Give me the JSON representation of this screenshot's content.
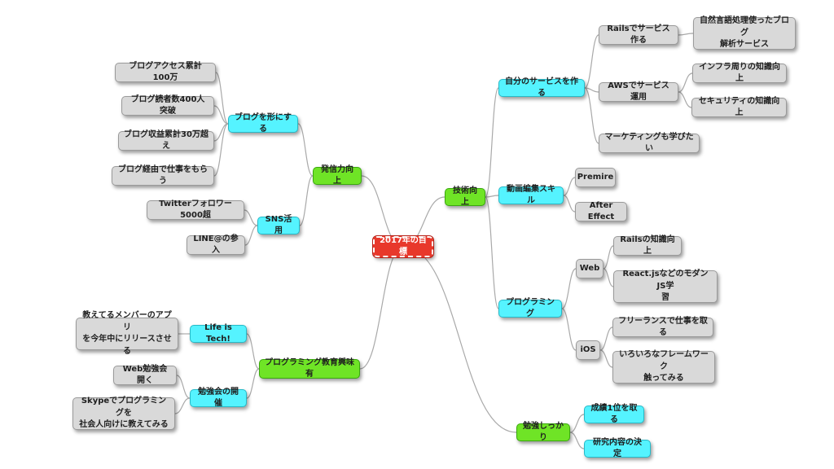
{
  "root": "2017年の目標",
  "branches": {
    "hasshin": {
      "label": "発信力向上",
      "blog": {
        "label": "ブログを形にする",
        "items": [
          "ブログアクセス累計100万",
          "ブログ読者数400人突破",
          "ブログ収益累計30万超え",
          "ブログ経由で仕事をもらう"
        ]
      },
      "sns": {
        "label": "SNS活用",
        "items": [
          "Twitterフォロワー5000超",
          "LINE@の参入"
        ]
      }
    },
    "gijutsu": {
      "label": "技術向上",
      "service": {
        "label": "自分のサービスを作る",
        "rails": {
          "label": "Railsでサービス作る",
          "items": [
            "自然言語処理使ったブログ\n解析サービス"
          ]
        },
        "aws": {
          "label": "AWSでサービス運用",
          "items": [
            "インフラ周りの知識向上",
            "セキュリティの知識向上"
          ]
        },
        "marketing": "マーケティングも学びたい"
      },
      "video": {
        "label": "動画編集スキル",
        "items": [
          "Premire",
          "After Effect"
        ]
      },
      "programming": {
        "label": "プログラミング",
        "web": {
          "label": "Web",
          "items": [
            "Railsの知識向上",
            "React.jsなどのモダンJS学\n習"
          ]
        },
        "ios": {
          "label": "iOS",
          "items": [
            "フリーランスで仕事を取る",
            "いろいろなフレームワーク\n触ってみる"
          ]
        }
      }
    },
    "kyouiku": {
      "label": "プログラミング教育興味有",
      "lifeistech": {
        "label": "Life is Tech!",
        "items": [
          "教えてるメンバーのアプリ\nを今年中にリリースさせる"
        ]
      },
      "benkyoukai": {
        "label": "勉強会の開催",
        "items": [
          "Web勉強会開く",
          "Skypeでプログラミングを\n社会人向けに教えてみる"
        ]
      }
    },
    "study": {
      "label": "勉強しっかり",
      "items": [
        "成績1位を取る",
        "研究内容の決定"
      ]
    }
  },
  "colors": {
    "root": "#e8382b",
    "main": "#6fe426",
    "sub": "#55f3ff",
    "leaf": "#d9d9d9",
    "link": "#a9a9a9"
  }
}
